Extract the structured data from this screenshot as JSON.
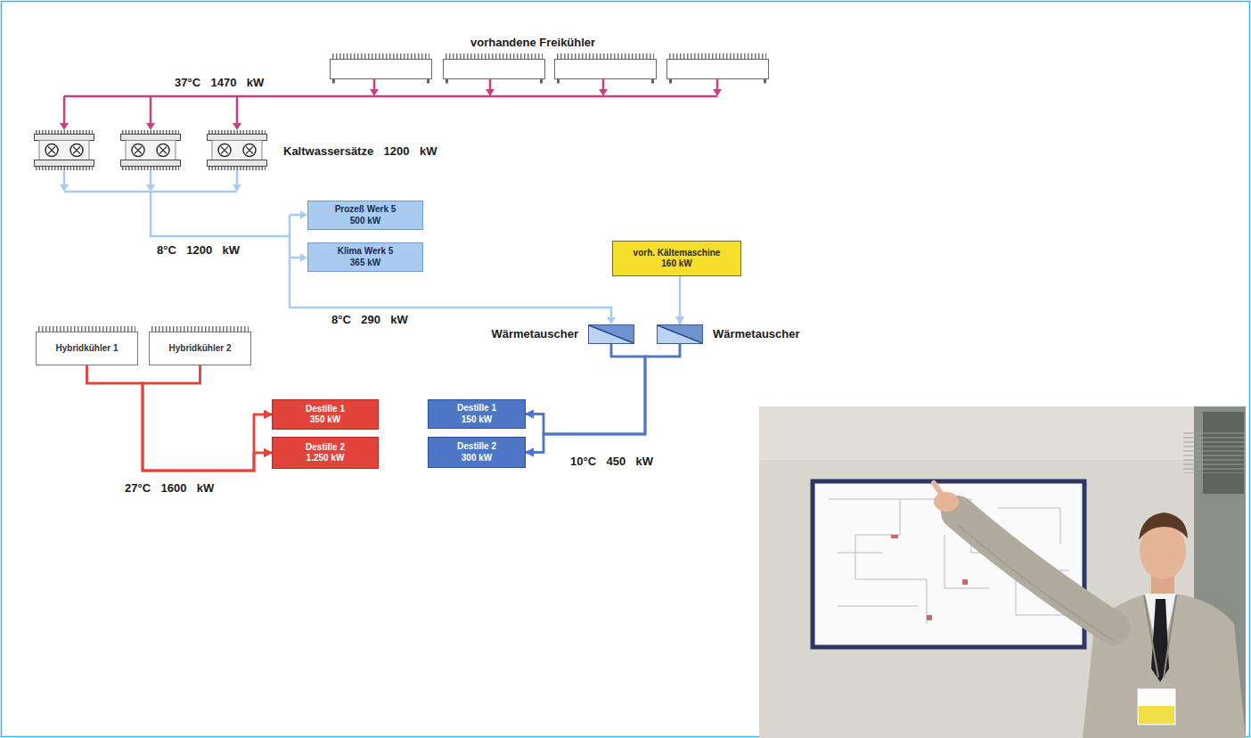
{
  "diagram": {
    "nodes": [
      {
        "text": [
          "Prozeß Werk 5",
          "500 kW"
        ]
      },
      {
        "text": [
          "Klima Werk 5",
          "365 kW"
        ]
      },
      {
        "text": [
          "vorh. Kältemaschine",
          "160 kW"
        ]
      },
      {
        "text": [
          "Wärmetauscher"
        ]
      },
      {
        "text": [
          "Wärmetauscher"
        ]
      },
      {
        "text": [
          "Hybridkühler 1"
        ]
      },
      {
        "text": [
          "Hybridkühler 2"
        ]
      },
      {
        "text": [
          "Destille 1",
          "350 kW"
        ]
      },
      {
        "text": [
          "Destille 2",
          "1.250 kW"
        ]
      },
      {
        "text": [
          "Destille 1",
          "150 kW"
        ]
      },
      {
        "text": [
          "Destille 2",
          "300 kW"
        ]
      }
    ],
    "edges": [
      {
        "from": 2,
        "to": 4,
        "arrow": "to"
      },
      {
        "from": 3,
        "to": 9,
        "arrow": "to"
      },
      {
        "from": 3,
        "to": 10,
        "arrow": "to"
      },
      {
        "from": 4,
        "to": 9,
        "arrow": "to"
      },
      {
        "from": 4,
        "to": 10,
        "arrow": "to"
      },
      {
        "from": 5,
        "to": 7,
        "arrow": "to"
      },
      {
        "from": 5,
        "to": 8,
        "arrow": "to"
      },
      {
        "from": 6,
        "to": 7,
        "arrow": "to"
      },
      {
        "from": 6,
        "to": 8,
        "arrow": "to"
      }
    ],
    "labels": [
      "vorhandene Freikühler",
      "37°C 1470 kW",
      "Kaltwassersätze 1200 kW",
      "8°C 1200 kW",
      "8°C 290 kW",
      "10°C 450 kW",
      "27°C 1600 kW"
    ]
  }
}
